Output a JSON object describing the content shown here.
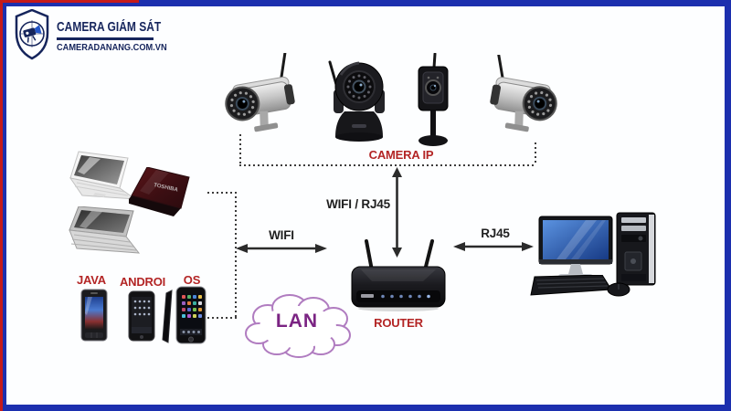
{
  "logo": {
    "title": "CAMERA GIÁM SÁT",
    "subtitle": "CAMERADANANG.COM.VN"
  },
  "camera_group": {
    "label": "CAMERA IP"
  },
  "connections": {
    "cameras_to_router": "WIFI / RJ45",
    "clients_to_router": "WIFI",
    "router_to_pc": "RJ45"
  },
  "router": {
    "label": "ROUTER"
  },
  "lan_cloud": {
    "label": "LAN"
  },
  "devices": {
    "phone_java_label": "JAVA",
    "phone_android_label": "ANDROI",
    "phone_ios_label": "OS",
    "laptop_brand": "TOSHIBA"
  },
  "colors": {
    "border_blue": "#1c2fae",
    "border_red": "#c51a1a",
    "label_red": "#b32525",
    "label_dark": "#1f1f1f",
    "lan_purple": "#7b2483",
    "cloud_outline": "#b07cc0",
    "logo_navy": "#16255c"
  }
}
